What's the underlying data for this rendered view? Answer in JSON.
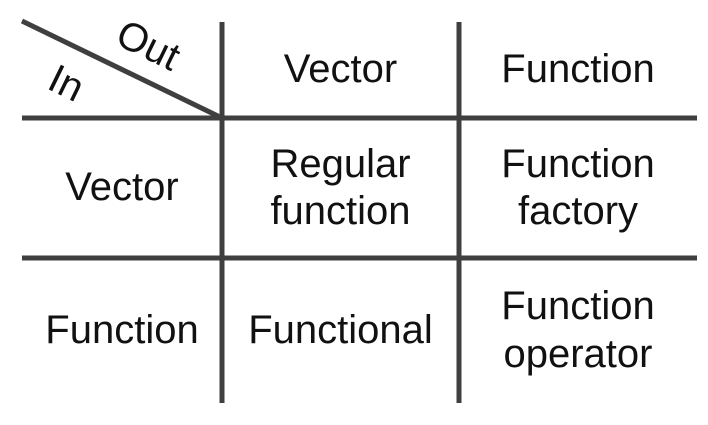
{
  "table": {
    "corner": {
      "out_label": "Out",
      "in_label": "In"
    },
    "col_headers": [
      "Vector",
      "Function"
    ],
    "row_headers": [
      "Vector",
      "Function"
    ],
    "cells": [
      [
        "Regular function",
        "Function factory"
      ],
      [
        "Functional",
        "Function operator"
      ]
    ]
  },
  "colors": {
    "background": "#ffffff",
    "line": "#3f3f3f",
    "text": "#111111"
  }
}
